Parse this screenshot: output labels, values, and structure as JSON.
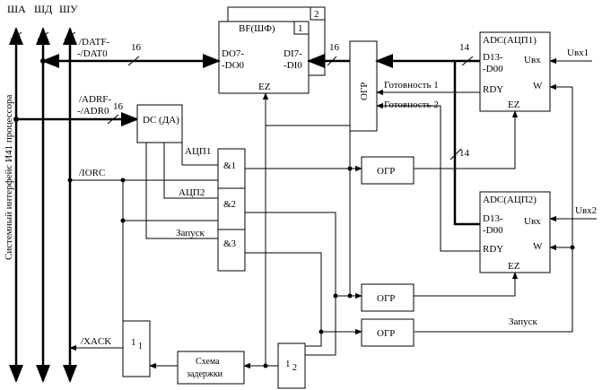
{
  "buses": {
    "sha": "ША",
    "shd": "ШД",
    "shu": "ШУ"
  },
  "side_label": "Системный интерфейс И41 процессора",
  "signals": {
    "datf_1": "/DATF-",
    "datf_2": "-/DAT0",
    "adrf_1": "/ADRF-",
    "adrf_2": "-/ADR0",
    "orc": "/IORC",
    "xack": "/XACK",
    "adc1": "АЦП1",
    "adc2": "АЦП2",
    "start_left": "Запуск",
    "start_right": "Запуск",
    "ready1": "Готовность 1",
    "ready2": "Готовность 2"
  },
  "bus_widths": {
    "data": "16",
    "addr": "16",
    "bf_out": "16",
    "adc1_bus": "14",
    "adc2_bus": "14"
  },
  "blocks": {
    "bf": {
      "title": "BF(ШФ)",
      "page1": "1",
      "page2": "2",
      "in1": "DO7-",
      "in2": "-DO0",
      "out1": "DI7-",
      "out2": "-DI0",
      "ez": "EZ"
    },
    "dc": {
      "label": "DC (ДА)"
    },
    "ogr_big": {
      "label": "ОГР"
    },
    "and1": {
      "label": "&1"
    },
    "and2": {
      "label": "&2"
    },
    "and3": {
      "label": "&3"
    },
    "ogr1": {
      "label": "ОГР"
    },
    "ogr2": {
      "label": "ОГР"
    },
    "ogr3": {
      "label": "ОГР"
    },
    "or1": {
      "label": "1",
      "sub": "1"
    },
    "or2": {
      "label": "1",
      "sub": "2"
    },
    "delay": {
      "label1": "Схема",
      "label2": "задержки"
    },
    "adc1": {
      "title": "ADC(АЦП1)",
      "d1": "D13-",
      "d2": "-D00",
      "uin": "Uвх",
      "rdy": "RDY",
      "w": "W",
      "ez": "EZ"
    },
    "adc2": {
      "title": "ADC(АЦП2)",
      "d1": "D13-",
      "d2": "-D00",
      "uin": "Uвх",
      "rdy": "RDY",
      "w": "W",
      "ez": "EZ"
    }
  },
  "inputs": {
    "uvx1": "Uвх1",
    "uvx2": "Uвх2"
  }
}
